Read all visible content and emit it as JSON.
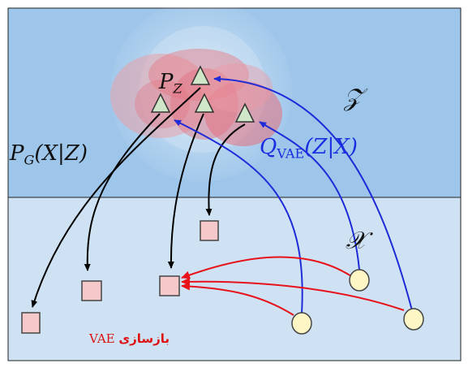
{
  "labels": {
    "latent_prior": "P",
    "latent_prior_sub": "Z",
    "latent_space": "𝒵",
    "data_space": "𝒳",
    "generator": "P",
    "generator_sub": "G",
    "generator_args": "(X|Z)",
    "encoder": "Q",
    "encoder_sub": "VAE",
    "encoder_args": "(Z|X)"
  },
  "caption": {
    "persian": "بازسازی",
    "english": "VAE"
  },
  "colors": {
    "latent_region": "#9ec6ea",
    "data_region": "#cfe2f4",
    "triangle_fill": "#cfe7c8",
    "square_fill": "#f5c9c9",
    "circle_fill": "#fff6c6",
    "encoder_arrow": "#1f2bd8",
    "generator_arrow": "#000000",
    "reconstruction_arrow": "#e8121a",
    "caption": "#dd1111"
  }
}
